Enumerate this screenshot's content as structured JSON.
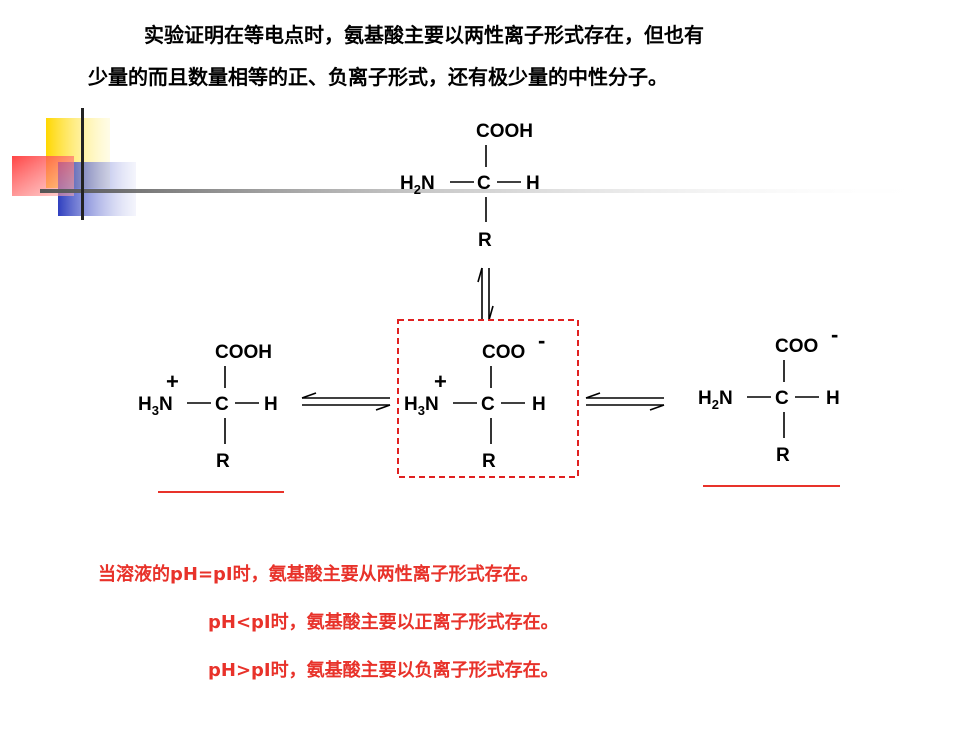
{
  "intro": {
    "line1": "实验证明在等电点时，氨基酸主要以两性离子形式存在，但也有",
    "line2": "少量的而且数量相等的正、负离子形式，还有极少量的中性分子。"
  },
  "structures": {
    "top": {
      "top_group": "COOH",
      "left_group": "H",
      "left_sub": "2",
      "left_tail": "N",
      "center": "C",
      "right_group": "H",
      "bottom_group": "R"
    },
    "left": {
      "charge": "+",
      "top_group": "COOH",
      "left_group": "H",
      "left_sub": "3",
      "left_tail": "N",
      "center": "C",
      "right_group": "H",
      "bottom_group": "R"
    },
    "middle": {
      "charge": "+",
      "top_group": "COO",
      "top_charge": "-",
      "left_group": "H",
      "left_sub": "3",
      "left_tail": "N",
      "center": "C",
      "right_group": "H",
      "bottom_group": "R"
    },
    "right": {
      "top_group": "COO",
      "top_charge": "-",
      "left_group": "H",
      "left_sub": "2",
      "left_tail": "N",
      "center": "C",
      "right_group": "H",
      "bottom_group": "R"
    }
  },
  "notes": {
    "line1": "当溶液的pH=pI时，氨基酸主要从两性离子形式存在。",
    "line2": "pH<pI时，氨基酸主要以正离子形式存在。",
    "line3": "pH>pI时，氨基酸主要以负离子形式存在。"
  },
  "colors": {
    "accent_red": "#e8322a",
    "deco_yellow": "#ffd700",
    "deco_blue": "#2f3fbf",
    "deco_red": "#ff3030",
    "dashed_box": "#e02020"
  }
}
